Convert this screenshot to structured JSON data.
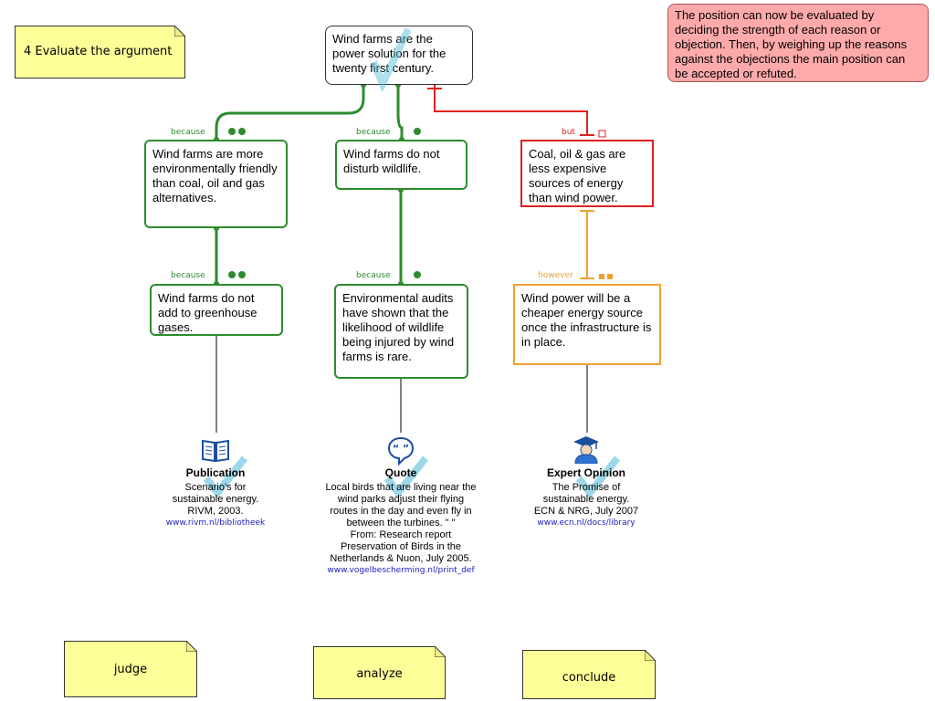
{
  "step_note": "4  Evaluate the argument",
  "eval_note": "The position can now be evaluated by deciding the strength of each reason or objection. Then, by weighing up the reasons against the objections the main position can be accepted or refuted.",
  "main_claim": "Wind farms are the power solution for the twenty first century.",
  "reason1": "Wind farms are more environmentally friendly than coal, oil and gas alternatives.",
  "reason1_label": "because",
  "reason2": "Wind farms do not disturb wildlife.",
  "reason2_label": "because",
  "objection": "Coal, oil & gas are less expensive sources of energy than wind power.",
  "objection_label": "but",
  "support1": "Wind farms do not add to greenhouse gases.",
  "support1_label": "because",
  "support2": "Environmental audits have shown that the likelihood of wildlife being injured by wind farms is rare.",
  "support2_label": "because",
  "rebuttal": "Wind power will be a cheaper energy source once the infrastructure is in place.",
  "rebuttal_label": "however",
  "evidence": {
    "publication": {
      "title": "Publication",
      "lines": [
        "Scenario's for",
        "sustainable energy.",
        "RIVM, 2003."
      ],
      "link": "www.rivm.nl/bibliotheek"
    },
    "quote": {
      "title": "Quote",
      "lines": [
        "Local birds that are living near the",
        "wind parks adjust their flying",
        "routes in the day and even fly in",
        "between the turbines. \"  \"",
        "From: Research report",
        "Preservation of Birds in the",
        "Netherlands & Nuon, July 2005."
      ],
      "link": "www.vogelbescherming.nl/print_def"
    },
    "expert": {
      "title": "Expert Opinion",
      "lines": [
        "The Promise of",
        "sustainable energy.",
        "ECN & NRG, July 2007"
      ],
      "link": "www.ecn.nl/docs/library"
    }
  },
  "bottom_notes": {
    "judge": "judge",
    "analyze": "analyze",
    "conclude": "conclude"
  },
  "colors": {
    "reason": "#2e8b2e",
    "objection": "#e02020",
    "rebuttal": "#f0a030",
    "note": "#ffff99",
    "eval": "#ffaaaa"
  }
}
